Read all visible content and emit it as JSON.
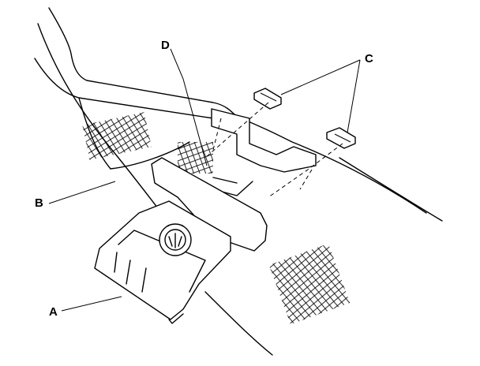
{
  "diagram": {
    "callouts": {
      "a": "A",
      "b": "B",
      "c": "C",
      "d": "D"
    }
  }
}
